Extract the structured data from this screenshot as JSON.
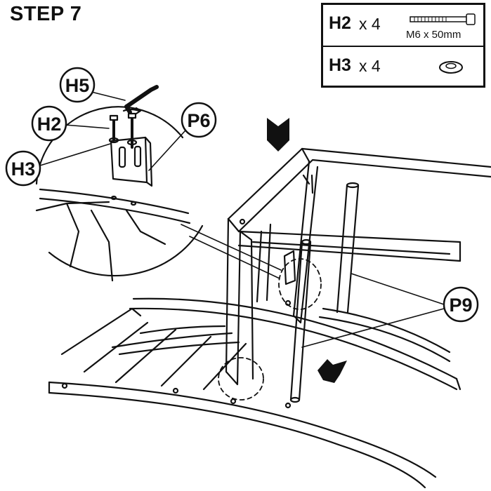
{
  "step_title": "STEP 7",
  "parts": [
    {
      "id": "H2",
      "qty": "x 4",
      "spec": "M6 x 50mm",
      "icon": "bolt-icon"
    },
    {
      "id": "H3",
      "qty": "x 4",
      "icon": "washer-icon"
    }
  ],
  "callouts": {
    "h5": "H5",
    "h2": "H2",
    "h3": "H3",
    "p6": "P6",
    "p9": "P9"
  },
  "colors": {
    "line": "#111111",
    "background": "#ffffff"
  }
}
